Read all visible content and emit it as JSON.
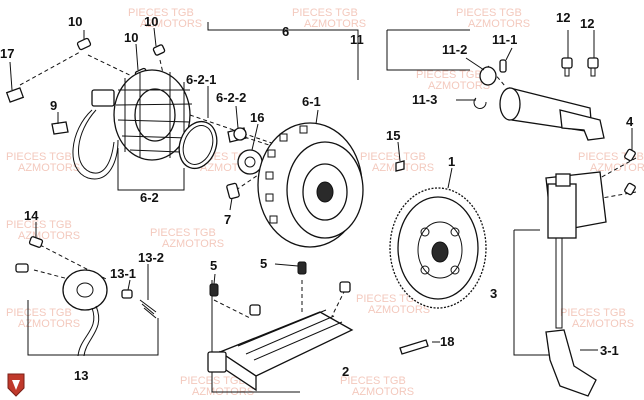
{
  "labels": {
    "p1": "1",
    "p2": "2",
    "p3": "3",
    "p3_1": "3-1",
    "p4": "4",
    "p5a": "5",
    "p5b": "5",
    "p6": "6",
    "p6_1": "6-1",
    "p6_2": "6-2",
    "p6_2_1": "6-2-1",
    "p6_2_2": "6-2-2",
    "p7": "7",
    "p9": "9",
    "p10a": "10",
    "p10b": "10",
    "p10c": "10",
    "p11": "11",
    "p11_1": "11-1",
    "p11_2": "11-2",
    "p11_3": "11-3",
    "p12a": "12",
    "p12b": "12",
    "p13": "13",
    "p13_1": "13-1",
    "p13_2": "13-2",
    "p14": "14",
    "p15": "15",
    "p16": "16",
    "p17": "17",
    "p18": "18"
  },
  "watermark": {
    "line1": "PIECES TGB",
    "line2": "AZMOTORS"
  },
  "colors": {
    "ink": "#111111",
    "watermark": "#f0b7a8",
    "logo": "#c0392b"
  },
  "icons": {
    "logo": "tgb-shield-logo"
  }
}
